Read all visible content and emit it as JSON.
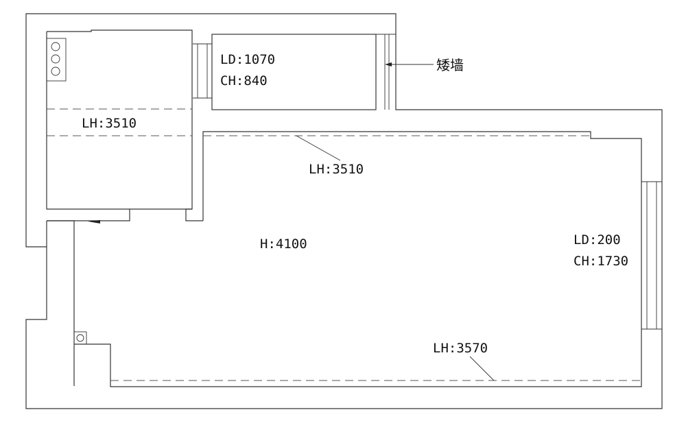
{
  "labels": {
    "balcony_ld": "LD:1070",
    "balcony_ch": "CH:840",
    "low_wall": "矮墙",
    "kitchen_lh": "LH:3510",
    "main_lh_top": "LH:3510",
    "main_h": "H:4100",
    "window_ld": "LD:200",
    "window_ch": "CH:1730",
    "main_lh_bottom": "LH:3570"
  }
}
